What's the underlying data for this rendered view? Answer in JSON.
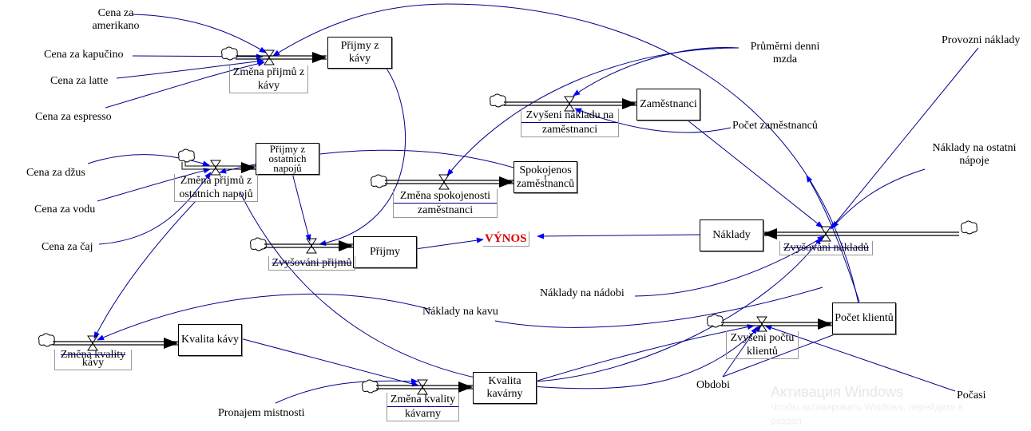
{
  "diagram": {
    "colors": {
      "link": "#00008b",
      "arrowhead": "#0000ff",
      "flow": "#000000",
      "highlight": "#e00000"
    },
    "auxiliaries": {
      "cena_amerikano": [
        "Cena za",
        "amerikano"
      ],
      "cena_kapucino": "Cena za kapučino",
      "cena_latte": "Cena za latte",
      "cena_espresso": "Cena za espresso",
      "cena_dzus": "Cena za džus",
      "cena_vodu": "Cena za vodu",
      "cena_caj": "Cena za čaj",
      "prumerni_mzda": [
        "Průměrni denni",
        "mzda"
      ],
      "provozni_naklady": "Provozni náklady",
      "pocet_zamestnancu": "Počet zaměstnanců",
      "naklady_ostatni": [
        "Náklady na ostatni",
        "nápoje"
      ],
      "naklady_nadobi": "Náklady na nádobi",
      "naklady_kavu": "Náklady na kavu",
      "pronajem": "Pronajem mistnosti",
      "obdobi": "Obdobi",
      "pocasi": "Počasi"
    },
    "stocks": {
      "prijmy_kavy": [
        "Přijmy z",
        "kávy"
      ],
      "prijmy_ostatnich": [
        "Přijmy z",
        "ostatnich",
        "napojů"
      ],
      "zamestnanci": "Zaměstnanci",
      "spokojenost": [
        "Spokojenos",
        "t",
        "zaměstnanců"
      ],
      "prijmy": "Přijmy",
      "naklady": "Náklady",
      "kvalita_kavy": "Kvalita kávy",
      "kvalita_kavarny": [
        "Kvalita",
        "kavárny"
      ],
      "pocet_klientu": "Počet klientů"
    },
    "flows": {
      "zmena_prijmu_kavy": [
        "Změna přijmů z",
        "kávy"
      ],
      "zmena_prijmu_ostatnich": [
        "Změna přijmů z",
        "ostatnich napojů"
      ],
      "zvyseni_nakladu_zam": [
        "Zvyšeni nákladu na",
        "zaměstnanci"
      ],
      "zmena_spokojenosti": [
        "Změna spokojenosti",
        "zaměstnanci"
      ],
      "zvysovani_prijmu": "Zvyšováni přijmů",
      "zvysovani_nakladu": "Zvyšováni nákladů",
      "zmena_kvality_kavy": [
        "Změna kvality",
        "kávy"
      ],
      "zmena_kvality_kavarny": [
        "Změna kvality",
        "kávarny"
      ],
      "zvyseni_poctu_klientu": [
        "Zvyšeni počtu",
        "klientů"
      ]
    },
    "output": "VÝNOS"
  },
  "watermark": {
    "title": "Активация Windows",
    "line1": "Чтобы активировать Windows, перейдите в",
    "line2": "раздел"
  }
}
